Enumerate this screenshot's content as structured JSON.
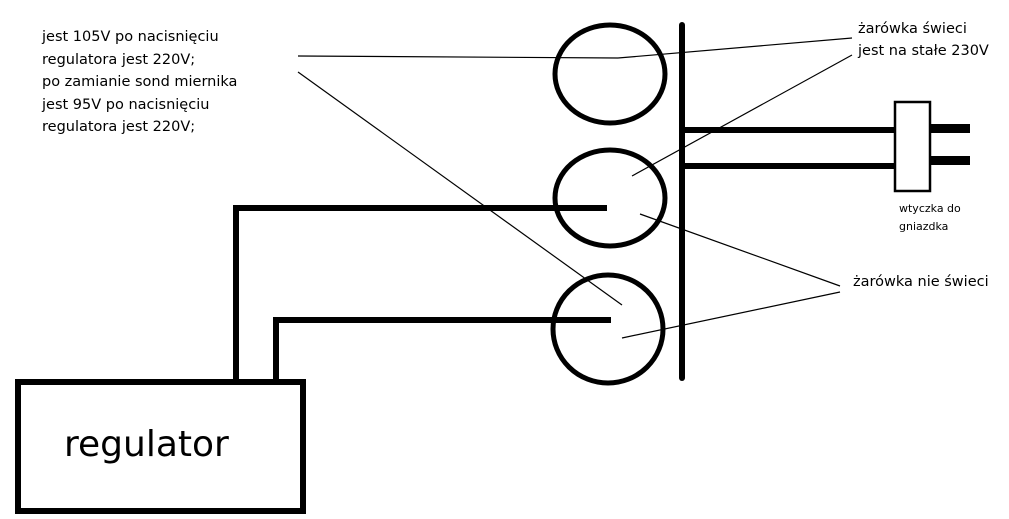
{
  "notes": {
    "measurement": [
      "jest 105V po nacisnięciu",
      "regulatora jest 220V;",
      "po zamianie sond miernika",
      "jest 95V po nacisnięciu",
      "regulatora jest 220V;"
    ],
    "bulb_on": [
      "żarówka świeci",
      "jest na stałe 230V"
    ],
    "bulb_off": "żarówka nie świeci",
    "plug": [
      "wtyczka do",
      "gniazdka"
    ],
    "regulator": "regulator"
  },
  "colors": {
    "stroke": "#000000",
    "background": "#ffffff"
  }
}
